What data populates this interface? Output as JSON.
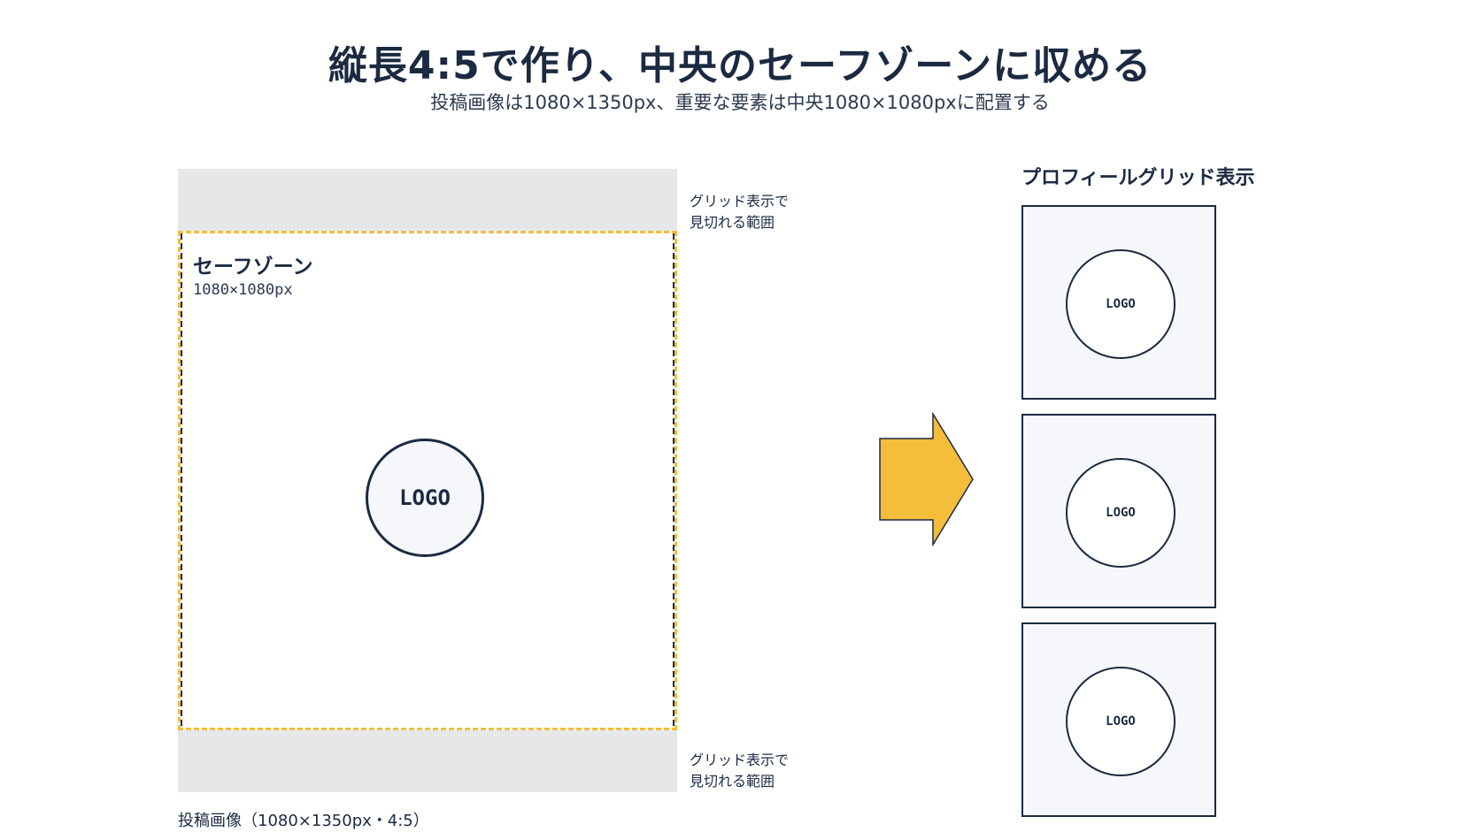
{
  "header": {
    "title": "縦長4:5で作り、中央のセーフゾーンに収める",
    "subtitle": "投稿画像は1080×1350px、重要な要素は中央1080×1080pxに配置する"
  },
  "post_image": {
    "caption": "投稿画像（1080×1350px・4:5）",
    "safe_zone_title": "セーフゾーン",
    "safe_zone_size": "1080×1080px",
    "logo_label": "LOGO",
    "crop_note_top": "グリッド表示で\n見切れる範囲",
    "crop_note_bottom": "グリッド表示で\n見切れる範囲"
  },
  "profile_grid": {
    "title": "プロフィールグリッド表示",
    "tiles": [
      {
        "logo_label": "LOGO"
      },
      {
        "logo_label": "LOGO"
      },
      {
        "logo_label": "LOGO"
      }
    ]
  },
  "colors": {
    "accent": "#f5bd3c",
    "dark": "#1b2a41",
    "crop_area": "#e6e7e9",
    "tile_bg": "#f5f7fa"
  },
  "icons": {
    "arrow": "right-arrow-icon"
  }
}
